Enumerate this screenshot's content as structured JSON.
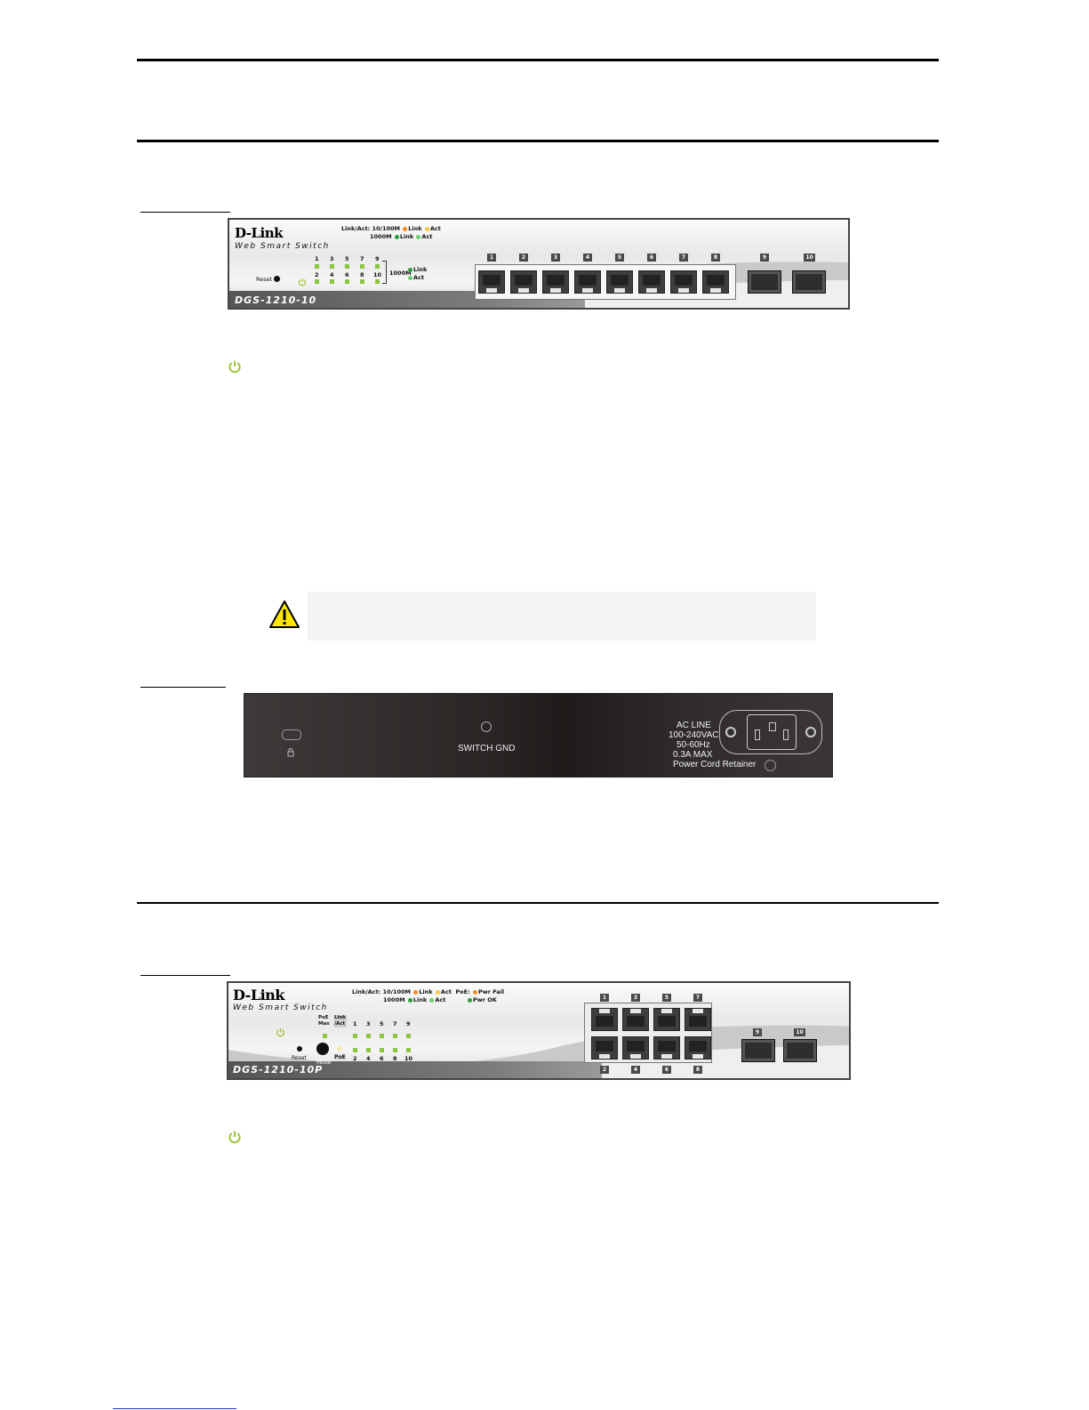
{
  "panel1": {
    "logo": "D-Link",
    "subtitle": "Web Smart Switch",
    "model": "DGS-1210-10",
    "reset_label": "Reset",
    "legend_line1": "Link/Act: 10/100M",
    "legend_line2": "1000M",
    "legend_link": "Link",
    "legend_act": "Act",
    "led_top_numbers": [
      "1",
      "3",
      "5",
      "7",
      "9"
    ],
    "led_bottom_numbers": [
      "2",
      "4",
      "6",
      "8",
      "10"
    ],
    "sfp_legend_speed": "1000M",
    "sfp_legend_link": "Link",
    "sfp_legend_act": "Act",
    "port_numbers": [
      "1",
      "2",
      "3",
      "4",
      "5",
      "6",
      "7",
      "8"
    ],
    "sfp_numbers": [
      "9",
      "10"
    ]
  },
  "rear": {
    "switch_gnd": "SWITCH GND",
    "ac_line": "AC LINE",
    "voltage": "100-240VAC",
    "frequency": "50-60Hz",
    "current": "0.3A MAX",
    "retainer": "Power Cord Retainer"
  },
  "panel2": {
    "logo": "D-Link",
    "subtitle": "Web Smart Switch",
    "model": "DGS-1210-10P",
    "legend_line1": "Link/Act: 10/100M",
    "legend_line2": "1000M",
    "legend_link": "Link",
    "legend_act": "Act",
    "poe_label": "PoE:",
    "pwr_fail": "Pwr Fail",
    "pwr_ok": "Pwr OK",
    "poe_max": "PoE Max",
    "link_act": "Link /Act",
    "poe_mode": "PoE",
    "reset_label": "Reset",
    "mode_label": "Mode",
    "led_top_numbers": [
      "1",
      "3",
      "5",
      "7",
      "9"
    ],
    "led_bottom_numbers": [
      "2",
      "4",
      "6",
      "8",
      "10"
    ],
    "top_port_numbers": [
      "1",
      "3",
      "5",
      "7"
    ],
    "bottom_port_numbers": [
      "2",
      "4",
      "6",
      "8"
    ],
    "sfp_numbers": [
      "9",
      "10"
    ]
  },
  "colors": {
    "power_icon": "#9dc73a",
    "warning_fill": "#ffe600",
    "led_green": "#8cc63f",
    "led_orange": "#f28c28",
    "footer_link": "#1a3cc8"
  },
  "icons": {
    "power": "power-icon",
    "warning": "warning-icon",
    "lock": "lock-icon"
  }
}
